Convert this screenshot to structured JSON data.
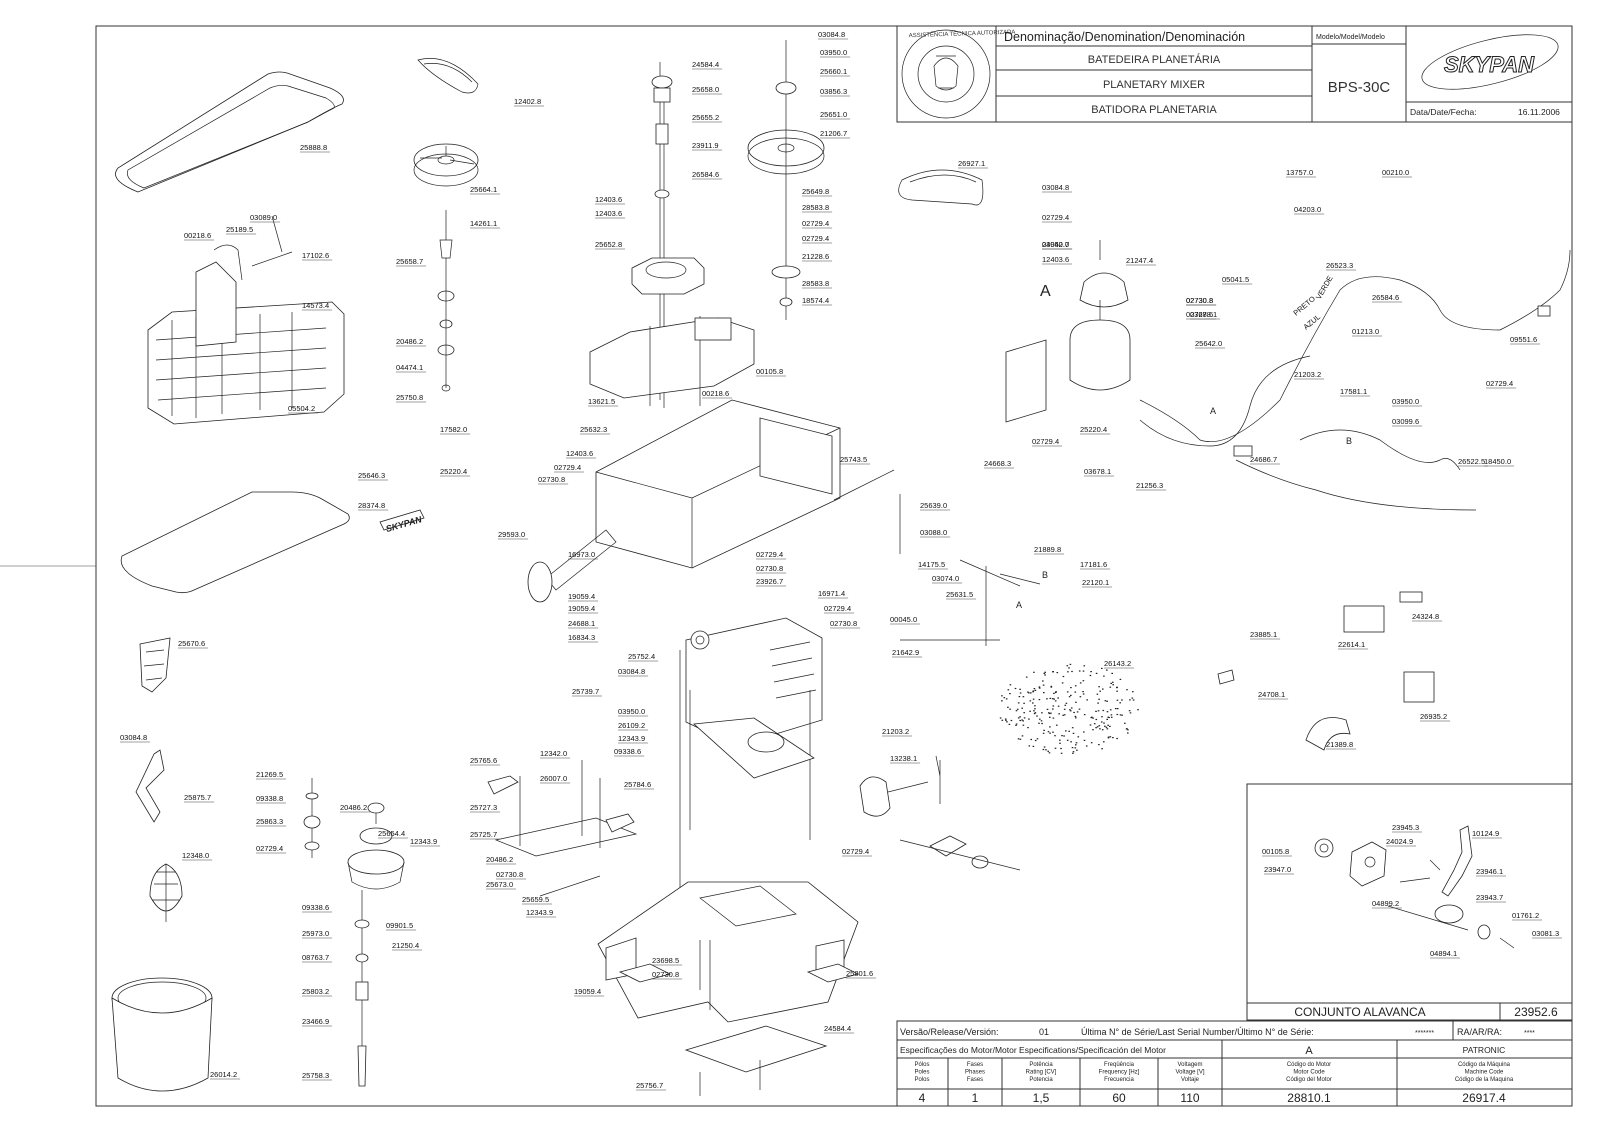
{
  "title_block": {
    "denomination_header": "Denominação/Denomination/Denominación",
    "name_pt": "BATEDEIRA PLANETÁRIA",
    "name_en": "PLANETARY MIXER",
    "name_es": "BATIDORA PLANETARIA",
    "model_header": "Modelo/Model/Modelo",
    "model": "BPS-30C",
    "brand": "SKYPAN",
    "date_label": "Data/Date/Fecha:",
    "date": "16.11.2006",
    "seal_text": "ASSISTÊNCIA TÉCNICA AUTORIZADA"
  },
  "inset": {
    "title": "CONJUNTO ALAVANCA",
    "code": "23952.6",
    "labels": [
      "23945.3",
      "10124.9",
      "00105.8",
      "24024.9",
      "23947.0",
      "23946.1",
      "23943.7",
      "04899.2",
      "01761.2",
      "03081.3",
      "04894.1"
    ]
  },
  "footer": {
    "release_label": "Versão/Release/Versión:",
    "release": "01",
    "serial_label": "Última N° de Série/Last Serial Number/Último N° de Série:",
    "serial": "*******",
    "ra_label": "RA/AR/RA:",
    "ra": "****",
    "motor_spec_label": "Especificações do Motor/Motor Especifications/Specificación del Motor",
    "motor_col": "A",
    "brand_col": "PATRONIC",
    "headers": [
      "Pólos\nPoles\nPolos",
      "Fases\nPhases\nFases",
      "Potência\nRating [CV]\nPotencia",
      "Freqüência\nFrequency [Hz]\nFrecuencia",
      "Voltagem\nVoltage [V]\nVoltaje",
      "Código do Motor\nMotor Code\nCódigo del Motor",
      "Código da Máquina\nMachine Code\nCódigo de la Maquina"
    ],
    "values": [
      "4",
      "1",
      "1,5",
      "60",
      "110",
      "28810.1",
      "26917.4"
    ]
  },
  "letters": {
    "a_main": "A",
    "a_small_1": "A",
    "a_small_2": "A",
    "b_1": "B",
    "b_2": "B"
  },
  "wire_labels": {
    "preto": "PRETO",
    "verde": "VERDE",
    "azul": "AZUL"
  },
  "part_labels": [
    "03084.8",
    "24584.4",
    "03950.0",
    "25658.0",
    "25660.1",
    "03856.3",
    "12402.8",
    "25655.2",
    "25651.0",
    "21206.7",
    "25888.8",
    "23911.9",
    "25664.1",
    "26584.6",
    "25649.8",
    "02729.4",
    "28583.8",
    "12403.6",
    "02729.4",
    "14261.1",
    "12403.6",
    "21228.6",
    "25652.8",
    "25658.7",
    "28583.8",
    "26927.1",
    "18574.4",
    "03084.8",
    "13757.0",
    "00210.0",
    "02729.4",
    "03950.0",
    "04203.0",
    "00218.6",
    "25189.5",
    "03089.0",
    "17102.6",
    "12403.6",
    "24042.7",
    "21247.4",
    "02730.8",
    "26584.6",
    "03678.1",
    "26523.3",
    "05041.5",
    "14573.4",
    "20486.2",
    "04474.1",
    "02730.8",
    "02728.6",
    "00218.6",
    "01213.0",
    "25642.0",
    "00105.8",
    "25750.8",
    "05504.2",
    "09551.6",
    "02729.4",
    "24668.3",
    "21203.2",
    "13621.5",
    "17581.1",
    "03950.0",
    "25632.3",
    "25220.4",
    "17582.0",
    "03099.6",
    "12403.6",
    "25220.4",
    "25743.5",
    "02729.4",
    "26522.5",
    "02729.4",
    "18450.0",
    "24686.7",
    "02730.8",
    "03678.1",
    "21256.3",
    "25646.3",
    "25639.0",
    "28374.8",
    "29593.0",
    "03088.0",
    "21889.8",
    "14175.5",
    "03074.0",
    "17181.6",
    "22120.1",
    "16973.0",
    "02729.4",
    "25631.5",
    "02730.8",
    "19059.4",
    "23926.7",
    "16971.4",
    "19059.4",
    "24688.1",
    "02729.4",
    "02730.8",
    "00045.0",
    "16834.3",
    "23885.1",
    "24324.8",
    "25670.6",
    "22614.1",
    "21642.9",
    "25752.4",
    "03084.8",
    "26143.2",
    "25739.7",
    "03950.0",
    "26109.2",
    "12343.9",
    "24708.1",
    "26935.2",
    "21203.2",
    "09338.6",
    "21389.8",
    "25765.6",
    "12342.0",
    "13238.1",
    "26007.0",
    "25784.6",
    "21269.5",
    "09338.8",
    "20486.2",
    "25727.3",
    "25875.7",
    "25863.3",
    "25725.7",
    "25654.4",
    "12343.9",
    "02729.4",
    "20486.2",
    "02730.8",
    "02729.4",
    "25673.0",
    "12348.0",
    "25659.5",
    "09338.6",
    "12343.9",
    "25973.0",
    "09901.5",
    "21250.4",
    "08763.7",
    "23698.5",
    "02730.8",
    "19059.4",
    "25801.6",
    "25803.2",
    "23466.9",
    "24584.4",
    "26014.2",
    "25758.3",
    "25756.7",
    "03084.8"
  ]
}
